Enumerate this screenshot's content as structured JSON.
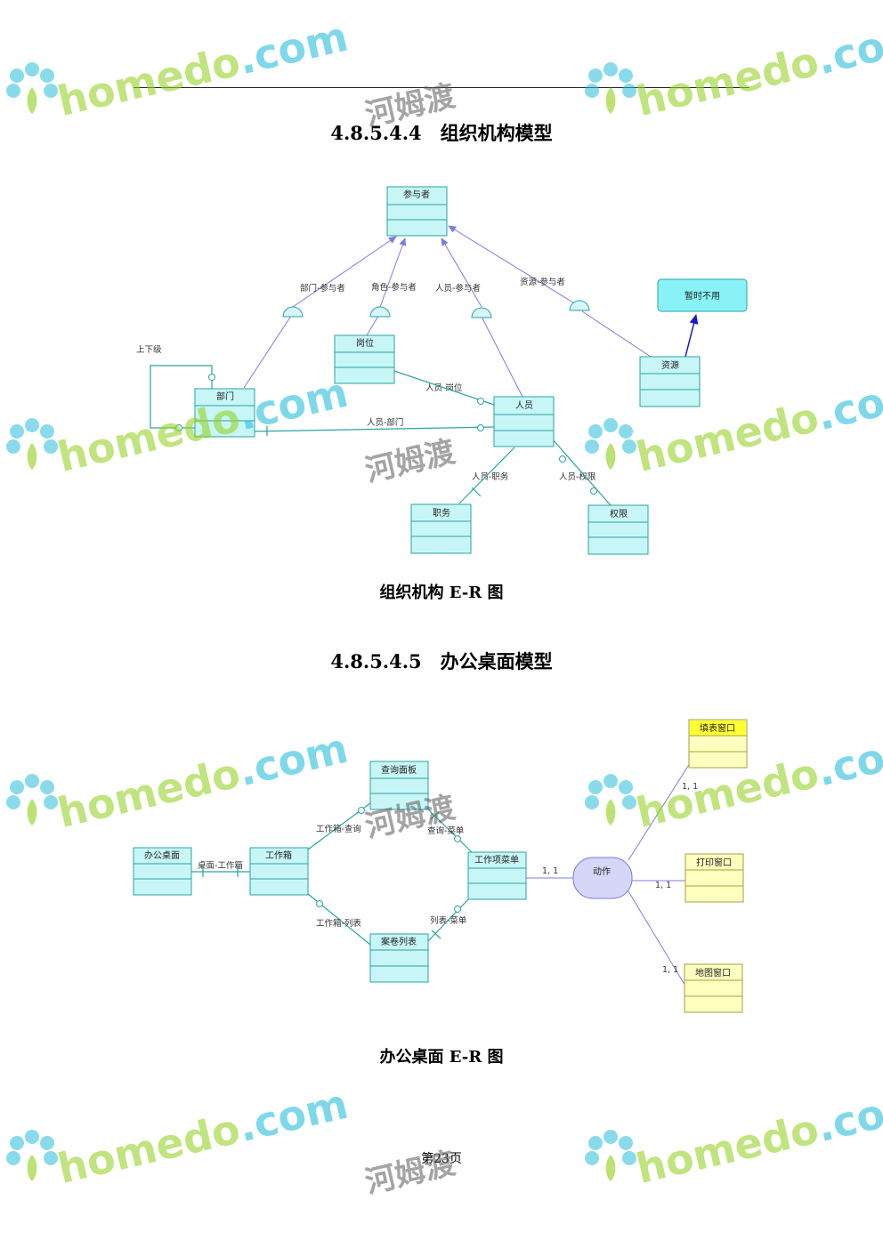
{
  "header": {
    "rule": true
  },
  "section1": {
    "heading": "4.8.5.4.4　组织机构模型",
    "caption": "组织机构 E-R 图",
    "entities": {
      "participant": "参与者",
      "temp": "暂时不用",
      "post": "岗位",
      "dept": "部门",
      "person": "人员",
      "resource": "资源",
      "duty": "职务",
      "permission": "权限"
    },
    "relations": {
      "dept_participant": "部门-参与者",
      "role_participant": "角色-参与者",
      "person_participant": "人员-参与者",
      "resource_participant": "资源-参与者",
      "hierarchy": "上下级",
      "person_post": "人员-岗位",
      "person_dept": "人员-部门",
      "person_duty": "人员-职务",
      "person_permission": "人员-权限"
    }
  },
  "section2": {
    "heading": "4.8.5.4.5　办公桌面模型",
    "caption": "办公桌面 E-R 图",
    "entities": {
      "query_panel": "查询面板",
      "desktop": "办公桌面",
      "workbox": "工作箱",
      "workitem_menu": "工作项菜单",
      "file_list": "案卷列表",
      "action": "动作",
      "form_window": "填表窗口",
      "print_window": "打印窗口",
      "map_window": "地图窗口"
    },
    "relations": {
      "workbox_query": "工作箱-查询",
      "query_menu": "查询-菜单",
      "desktop_workbox": "桌面-工作箱",
      "workbox_list": "工作箱-列表",
      "list_menu": "列表-菜单",
      "card_menu_action": "1, 1",
      "card_action_form": "1, 1",
      "card_action_print": "1, 1",
      "card_action_map": "1, 1"
    }
  },
  "footer": {
    "page": "第23页"
  },
  "watermark": {
    "latin_prefix": "home",
    "latin_mid": "do",
    "latin_suffix": ".com",
    "chinese": "河姆渡"
  },
  "colors": {
    "entity_fill": "#c8f6f6",
    "entity_stroke": "#2aa3a3",
    "window_fill": "#ffffc0",
    "relation_blue": "#7c7ce0"
  }
}
